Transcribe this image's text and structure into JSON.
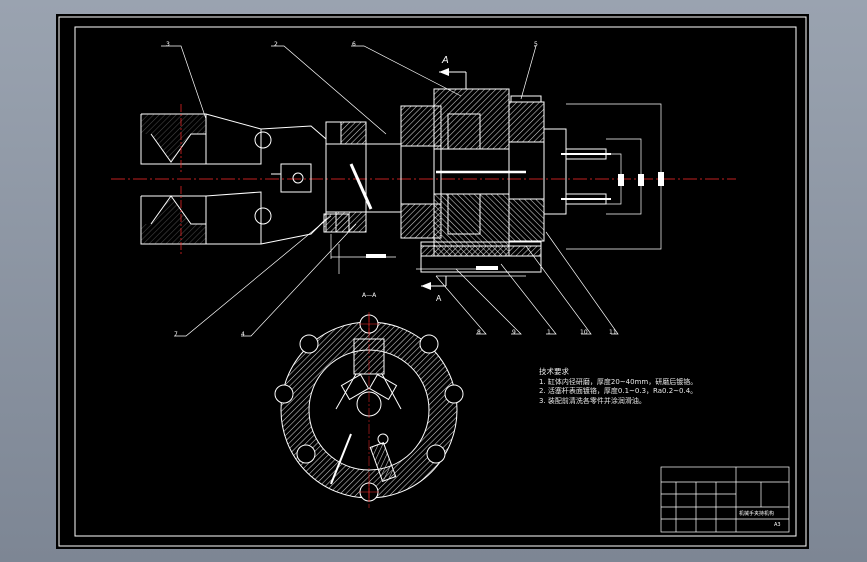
{
  "section_marker_top": "A",
  "section_marker_bottom": "A",
  "section_title": "A—A",
  "callouts": [
    "3",
    "2",
    "6",
    "5",
    "7",
    "4",
    "8",
    "9",
    "1",
    "10",
    "11"
  ],
  "tech_notes": {
    "heading": "技术要求",
    "lines": [
      "1. 缸体内径研磨，厚度20~40mm，研磨后镀铬。",
      "2. 活塞杆表面镀铬，厚度0.1~0.3，Ra0.2~0.4。",
      "3. 装配前清洗各零件并涂润滑油。"
    ]
  },
  "title_block": {
    "name": "机械手夹持机构",
    "sheet_size": "A3"
  },
  "colors": {
    "background": "#000000",
    "outline": "#ffffff",
    "centerline": "#ff2a2a",
    "hatch": "#cfcfcf",
    "leader": "#ffffff",
    "frame": "#ffffff",
    "app_bg": "#8a93a0"
  }
}
